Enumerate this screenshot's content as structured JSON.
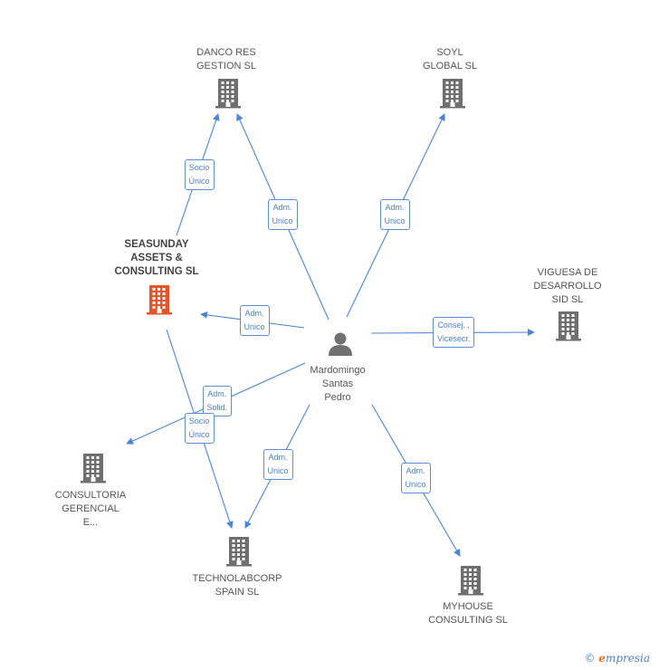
{
  "colors": {
    "edge": "#4a86d8",
    "building": "#6f6f6f",
    "building_focus": "#e8542a",
    "person": "#707070"
  },
  "center": {
    "label": "Mardomingo\nSantas\nPedro",
    "icon": "person-icon"
  },
  "companies": [
    {
      "id": "danco",
      "label": "DANCO RES\nGESTION  SL",
      "icon": "building-icon"
    },
    {
      "id": "soyl",
      "label": "SOYL\nGLOBAL SL",
      "icon": "building-icon"
    },
    {
      "id": "seasunday",
      "label": "SEASUNDAY\nASSETS &\nCONSULTING SL",
      "icon": "building-icon",
      "focus": true
    },
    {
      "id": "viguesa",
      "label": "VIGUESA DE\nDESARROLLO\nSID  SL",
      "icon": "building-icon"
    },
    {
      "id": "consultoria",
      "label": "CONSULTORIA\nGERENCIAL\nE...",
      "icon": "building-icon"
    },
    {
      "id": "technolab",
      "label": "TECHNOLABCORP\nSPAIN SL",
      "icon": "building-icon"
    },
    {
      "id": "myhouse",
      "label": "MYHOUSE\nCONSULTING SL",
      "icon": "building-icon"
    }
  ],
  "relations": [
    {
      "from": "center",
      "to": "danco",
      "label": "Adm.\nUnico"
    },
    {
      "from": "center",
      "to": "soyl",
      "label": "Adm.\nUnico"
    },
    {
      "from": "center",
      "to": "seasunday",
      "label": "Adm.\nUnico"
    },
    {
      "from": "center",
      "to": "viguesa",
      "label": "Consej. ,\nVicesecr."
    },
    {
      "from": "center",
      "to": "consultoria",
      "label": "Adm.\nSolid."
    },
    {
      "from": "center",
      "to": "technolab",
      "label": "Adm.\nUnico"
    },
    {
      "from": "center",
      "to": "myhouse",
      "label": "Adm.\nUnico"
    },
    {
      "from": "seasunday",
      "to": "danco",
      "label": "Socio\nÚnico"
    },
    {
      "from": "seasunday",
      "to": "technolab",
      "label": "Socio\nÚnico"
    }
  ],
  "footer": {
    "copyright": "©",
    "brand_initial": "e",
    "brand_rest": "mpresia"
  }
}
